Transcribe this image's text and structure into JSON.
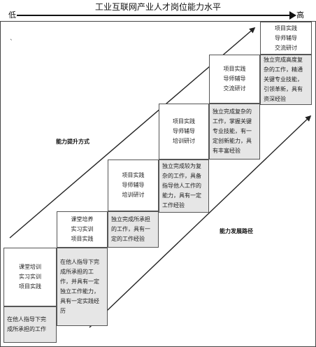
{
  "title": "工业互联网产业人才岗位能力水平",
  "axis": {
    "low": "低",
    "high": "高"
  },
  "annotations": {
    "ability_method": "能力提升方式",
    "ability_path": "能力发展路径",
    "stray_mark": "`"
  },
  "steps": [
    {
      "method": "课堂培训\n实习实训\n项目实践",
      "ability": "在他人指导下完\n成所承担的工作"
    },
    {
      "method": "课堂培养\n实习实训\n项目实践",
      "ability": "在他人指导下完\n成所承担的工\n作，并具有一定\n独立工作能力，\n具有一定实践经\n历"
    },
    {
      "method": "项目实践\n导师辅导\n培训研讨",
      "ability": "独立完成所承担\n的工作，具有一\n定的工作经验"
    },
    {
      "method": "项目实践\n导师辅导\n培训研讨",
      "ability": "独立完成较为复\n杂的工作，具备\n指导他人工作的\n能力，具有一定\n工作经验"
    },
    {
      "method": "项目实践\n导师辅导\n交流研讨",
      "ability": "独立完成复杂的\n工作，掌握关键\n专业技能，有一\n定创新能力，具\n有丰富经验"
    },
    {
      "method": "项目实践\n导师辅导\n交流研讨",
      "ability": "独立完成高度复\n杂的工作，精通\n关键专业技能，\n引领革新，具有\n资深经验"
    }
  ]
}
